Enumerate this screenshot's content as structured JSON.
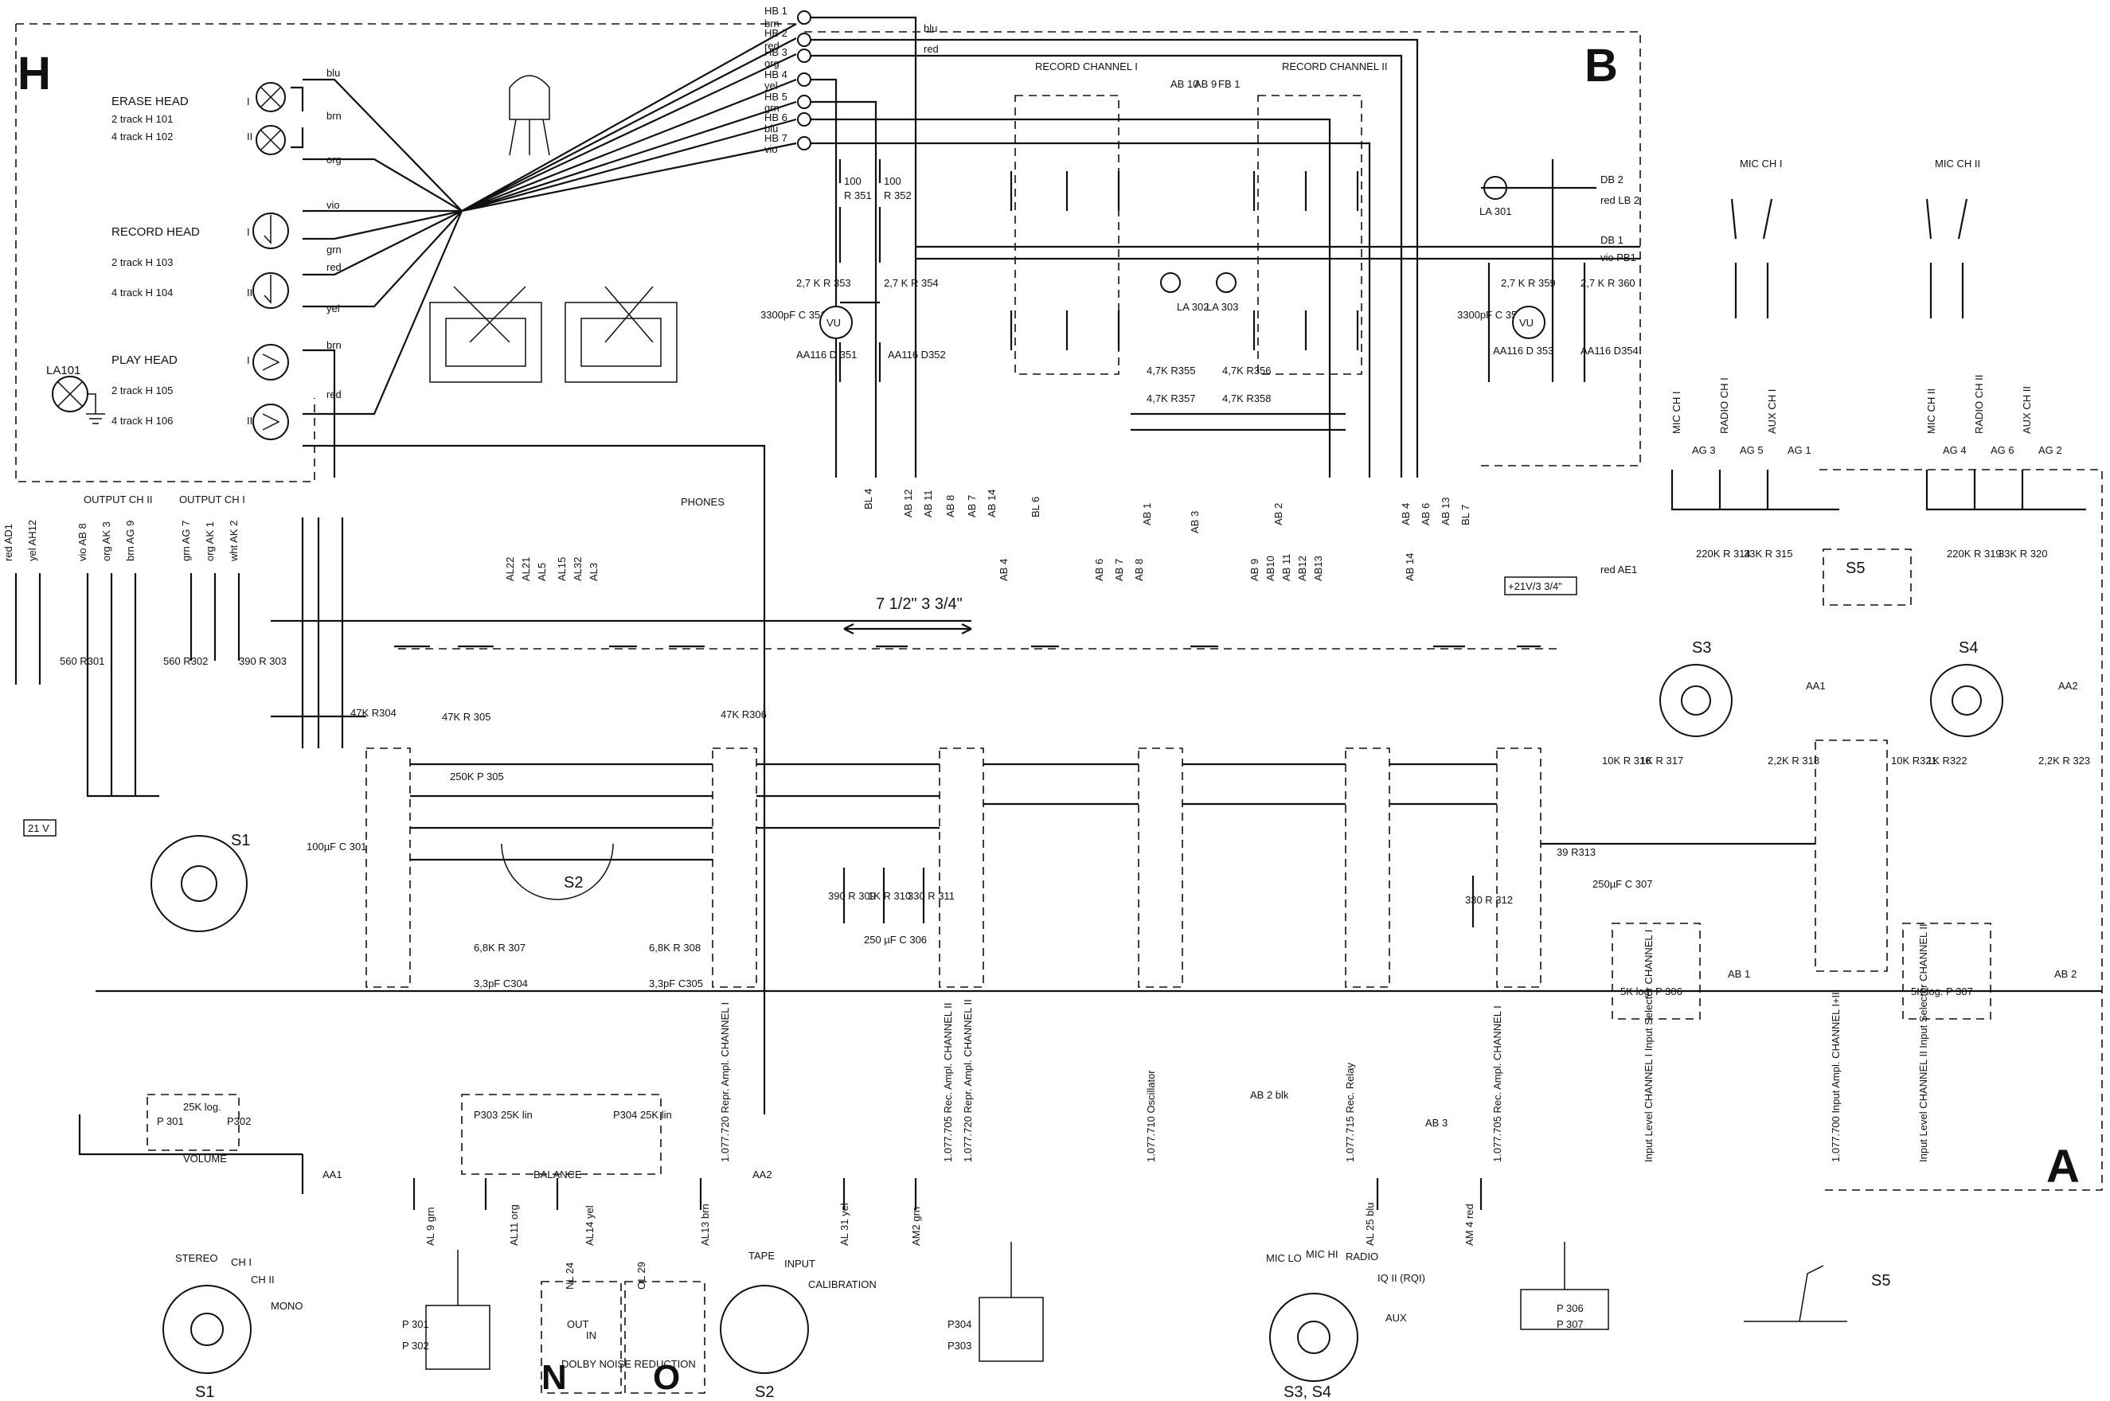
{
  "sections": {
    "h": "H",
    "b": "B",
    "a": "A"
  },
  "heads": {
    "erase": {
      "title": "ERASE HEAD",
      "ch": "I",
      "ch2": "II",
      "t2": "2 track  H 101",
      "t4": "4 track  H 102"
    },
    "record": {
      "title": "RECORD HEAD",
      "ch": "I",
      "ch2": "II",
      "t2": "2 track  H 103",
      "t4": "4 track  H 104"
    },
    "play": {
      "title": "PLAY  HEAD",
      "ch": "I",
      "ch2": "II",
      "t2": "2 track  H 105",
      "t4": "4 track  H 106"
    },
    "lamp": "LA101",
    "wires": [
      "blu",
      "brn",
      "org",
      "vio",
      "grn",
      "red",
      "yel",
      "brn",
      "red"
    ]
  },
  "harness": {
    "hb": [
      "HB 1",
      "HB 2",
      "HB 3",
      "HB 4",
      "HB 5",
      "HB 6",
      "HB 7"
    ],
    "hb_colors": [
      "brn",
      "red",
      "org",
      "yel",
      "grn",
      "blu",
      "vio"
    ],
    "blu": "blu",
    "red": "red"
  },
  "board_b": {
    "record_ch1": "RECORD CHANNEL I",
    "record_ch2": "RECORD CHANNEL II",
    "ab10": "AB 10",
    "ab9": "AB 9",
    "fb1": "FB 1",
    "r351": "R 351",
    "r352": "R 352",
    "v100": "100",
    "r353": "2,7 K  R 353",
    "r354": "2,7 K  R 354",
    "r359": "2,7 K  R 359",
    "r360": "2,7 K  R 360",
    "c351": "3300pF  C 351",
    "c352": "3300pF  C 352",
    "vu": "VU",
    "d351": "AA116  D 351",
    "d352": "AA116  D352",
    "d353": "AA116  D 353",
    "d354": "AA116  D354",
    "la301": "LA 301",
    "la302": "LA 302",
    "la303": "LA 303",
    "db2": "DB 2",
    "lb2": "red LB 2",
    "db1": "DB 1",
    "pb1": "vio PB1",
    "r355": "4,7K R355",
    "r356": "4,7K R356",
    "r357": "4,7K R357",
    "r358": "4,7K R358",
    "bottom_pins": [
      "BL 4",
      "AB 12",
      "AB 11",
      "AB 8",
      "AB 7",
      "AB 14",
      "BL 6",
      "AB 1",
      "AB 3",
      "AB 2",
      "AB 4",
      "AB 6",
      "AB 13",
      "BL 7"
    ]
  },
  "board_a": {
    "mic1": "MIC CH I",
    "mic2": "MIC CH II",
    "inputs1": [
      "MIC  CH I",
      "RADIO  CH I",
      "AUX  CH I"
    ],
    "inputs2": [
      "MIC  CH II",
      "RADIO  CH II",
      "AUX  CH II"
    ],
    "ag1": [
      "AG 3",
      "AG 5",
      "AG 1"
    ],
    "ag2": [
      "AG 4",
      "AG 6",
      "AG 2"
    ],
    "r314": "220K  R 314",
    "r315": "33K  R 315",
    "r319": "220K  R 319",
    "r320": "33K  R 320",
    "s5": "S5",
    "s3": "S3",
    "s4": "S4",
    "aa1": "AA1",
    "aa2": "AA2",
    "r316": "10K  R 316",
    "r317": "1K  R 317",
    "r318": "2,2K  R 318",
    "r321": "10K  R321",
    "r322": "1K  R322",
    "r323": "2,2K  R 323",
    "r313": "39 R313",
    "c307": "250µF  C 307",
    "p306": "5K log.  P 306",
    "p307": "5K log.  P 307",
    "ab1": "AB 1",
    "ab2": "AB 2",
    "plus21": "+21V/3 3/4\"",
    "ae1": "red AE1"
  },
  "main": {
    "out2": "OUTPUT CH II",
    "out1": "OUTPUT CH I",
    "ad": [
      "red AD1",
      "yel AH12"
    ],
    "ak": [
      "vio AB 8",
      "org AK 3",
      "brn AG 9",
      "grn AG 7",
      "org AK 1",
      "wht AK 2"
    ],
    "r301": "560  R301",
    "r302": "560  R302",
    "r303": "390  R 303",
    "r304": "47K R304",
    "r305": "47K  R 305",
    "p305": "250K  P 305",
    "r306": "47K R306",
    "v21": "21 V",
    "s1": "S1",
    "s2": "S2",
    "c301": "100µF C 301",
    "r307": "6,8K  R 307",
    "c304": "3,3pF  C304",
    "r308": "6,8K  R 308",
    "c305": "3,3pF  C305",
    "r309": "390  R 309",
    "r310": "1K  R 310",
    "r311": "330  R 311",
    "c306": "250 µF  C 306",
    "r312": "330  R 312",
    "speed": "7 1/2\"  3 3/4\"",
    "phones": "PHONES",
    "al": [
      "AL22",
      "AL21",
      "AL5",
      "AL15",
      "AL32",
      "AL3"
    ],
    "ab_top": [
      "AB 4",
      "AB 6",
      "AB 7",
      "AB 8",
      "AB 9",
      "AB10",
      "AB 11",
      "AB12",
      "AB13",
      "AB 14"
    ],
    "p301": "P 301",
    "p302": "P302",
    "p25k": "25K log.",
    "volume": "VOLUME",
    "p303": "P303  25K lin",
    "p304": "P304  25K lin",
    "balance": "BALANCE",
    "aa1": "AA1",
    "aa2": "AA2",
    "boards": [
      "1.077.720  Repr. Ampl.  CHANNEL I",
      "1.077.720  Repr. Ampl.  CHANNEL II",
      "1.077.705  Rec. Ampl.  CHANNEL II",
      "1.077.710  Oscillator",
      "1.077.715  Rec. Relay",
      "1.077.705  Rec. Ampl.  CHANNEL I",
      "Input Level CHANNEL I  Input Selector CHANNEL I",
      "1.077.700  Input Ampl.  CHANNEL I+II",
      "Input Level CHANNEL II  Input Selector CHANNEL II"
    ],
    "ab2_blk": "AB 2  blk",
    "ab3": "AB 3",
    "bottom_conn": [
      "AL 9  grn",
      "AL11 org",
      "AL14 yel",
      "AL13 brn",
      "AL 31  yel",
      "AM2 grn",
      "AL 25  blu",
      "AM 4 red"
    ]
  },
  "legend": {
    "s1": {
      "stereo": "STEREO",
      "ch1": "CH I",
      "ch2": "CH II",
      "mono": "MONO",
      "name": "S1"
    },
    "p301": "P 301",
    "p302": "P 302",
    "dolby": {
      "n24": "NL 24",
      "ol29": "OL 29",
      "out": "OUT",
      "in": "IN",
      "n": "N",
      "o": "O",
      "title": "DOLBY NOISE REDUCTION"
    },
    "s2": {
      "tape": "TAPE",
      "input": "INPUT",
      "calibration": "CALIBRATION",
      "name": "S2"
    },
    "p304": "P304",
    "p303": "P303",
    "s34": {
      "miclo": "MIC LO",
      "michi": "MIC HI",
      "radio": "RADIO",
      "rad2": "IQ II (RQI)",
      "aux": "AUX",
      "name": "S3, S4"
    },
    "p306": "P 306",
    "p307": "P 307",
    "s5": "S5"
  }
}
